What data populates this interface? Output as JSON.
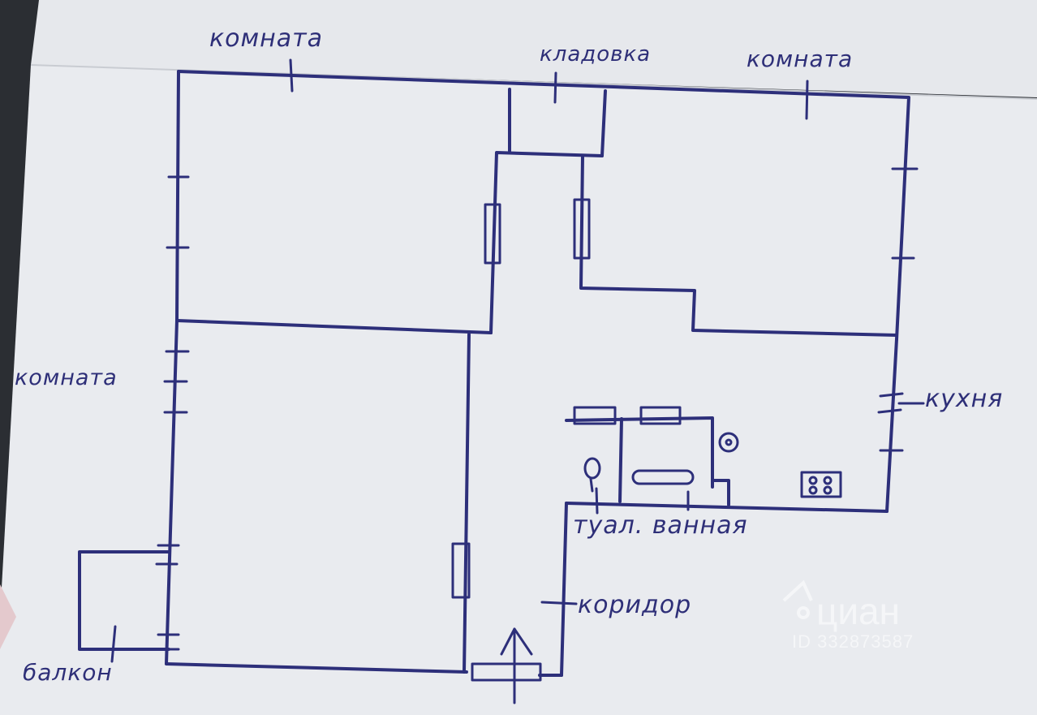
{
  "plan": {
    "rooms": {
      "top_left": "комната",
      "storage": "кладовка",
      "top_right": "комната",
      "left": "комната",
      "kitchen": "кухня",
      "toilet_bath": "туал. ванная",
      "corridor": "коридор",
      "balcony": "балкон"
    }
  },
  "watermark": {
    "brand": "циан",
    "id": "ID 332873587"
  },
  "colors": {
    "ink": "#2d2f7a",
    "paper": "#e8eaee"
  }
}
